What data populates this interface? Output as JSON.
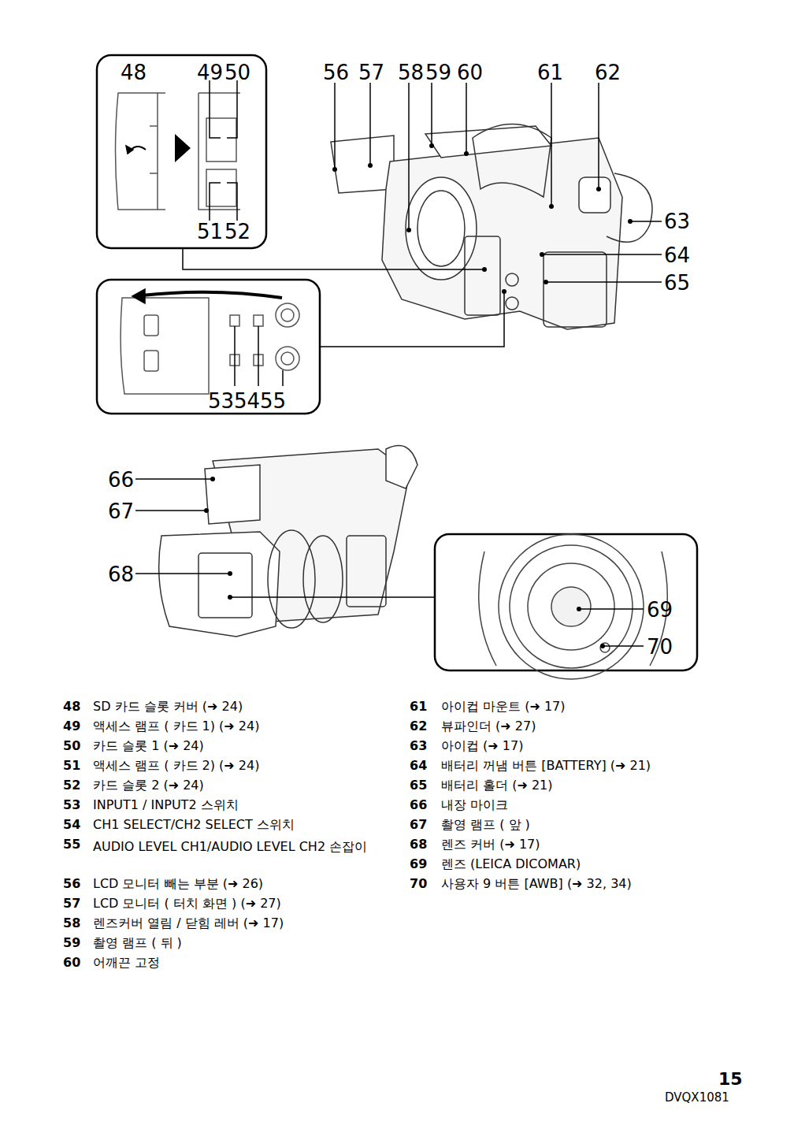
{
  "diagram": {
    "nodes": [
      {
        "text": [
          "48",
          "49",
          "50",
          "51",
          "52"
        ]
      },
      {
        "text": [
          "53",
          "54",
          "55"
        ]
      }
    ],
    "labels": [
      "56",
      "57",
      "58",
      "59",
      "60",
      "61",
      "62",
      "63",
      "64",
      "65",
      "66",
      "67",
      "68",
      "69",
      "70",
      "48",
      "SD 카드 슬롯 커버 (➜ 24)",
      "49",
      "액세스 램프 ( 카드 1) (➜ 24)",
      "50",
      "카드 슬롯 1 (➜ 24)",
      "51",
      "액세스 램프 ( 카드 2) (➜ 24)",
      "52",
      "카드 슬롯 2 (➜ 24)",
      "53",
      "INPUT1 / INPUT2 스위치",
      "54",
      "CH1 SELECT/CH2 SELECT 스위치",
      "55",
      "AUDIO LEVEL CH1/AUDIO LEVEL CH2 손잡이",
      "56",
      "LCD 모니터 빼는 부분 (➜ 26)",
      "57",
      "LCD 모니터 ( 터치 화면 ) (➜ 27)",
      "58",
      "렌즈커버 열림 / 닫힘 레버 (➜ 17)",
      "59",
      "촬영 램프 ( 뒤 )",
      "60",
      "어깨끈 고정",
      "61",
      "아이컵 마운트 (➜ 17)",
      "62",
      "뷰파인더 (➜ 27)",
      "63",
      "아이컵 (➜ 17)",
      "64",
      "배터리 꺼냄 버튼 [BATTERY] (➜ 21)",
      "65",
      "배터리 홀더 (➜ 21)",
      "66",
      "내장 마이크",
      "67",
      "촬영 램프 ( 앞 )",
      "68",
      "렌즈 커버 (➜ 17)",
      "69",
      "렌즈 (LEICA DICOMAR)",
      "70",
      "사용자 9 버튼 [AWB] (➜ 32, 34)",
      "15",
      "DVQX1081"
    ]
  }
}
